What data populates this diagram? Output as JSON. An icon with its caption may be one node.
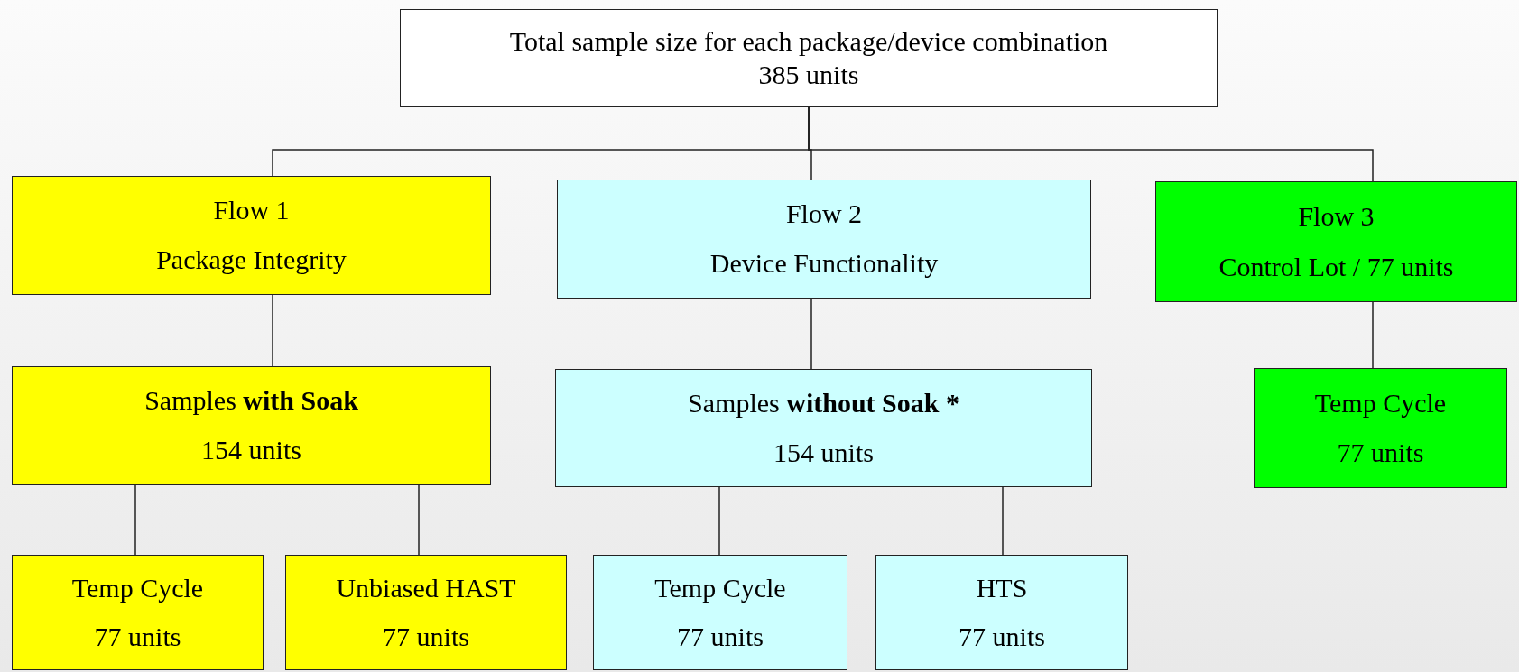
{
  "diagram": {
    "nodes": [
      {
        "text": [
          "Total sample size for each package/device combination",
          "385 units"
        ]
      },
      {
        "text": [
          "Flow 1",
          "Package Integrity"
        ]
      },
      {
        "text": [
          "Flow 2",
          "Device Functionality"
        ]
      },
      {
        "text": [
          "Flow 3",
          "Control Lot / 77 units"
        ]
      },
      {
        "text": [
          "Samples **with Soak**",
          "154 units"
        ]
      },
      {
        "text": [
          "Samples **without Soak ***",
          "154 units"
        ]
      },
      {
        "text": [
          "Temp Cycle",
          "77 units"
        ]
      },
      {
        "text": [
          "Temp Cycle",
          "77 units"
        ]
      },
      {
        "text": [
          "Unbiased HAST",
          "77 units"
        ]
      },
      {
        "text": [
          "Temp Cycle",
          "77 units"
        ]
      },
      {
        "text": [
          "HTS",
          "77 units"
        ]
      }
    ],
    "edges": [
      {
        "from": 0,
        "to": 1,
        "arrow": "none"
      },
      {
        "from": 0,
        "to": 2,
        "arrow": "none"
      },
      {
        "from": 0,
        "to": 3,
        "arrow": "none"
      },
      {
        "from": 1,
        "to": 4,
        "arrow": "none"
      },
      {
        "from": 2,
        "to": 5,
        "arrow": "none"
      },
      {
        "from": 3,
        "to": 6,
        "arrow": "none"
      },
      {
        "from": 4,
        "to": 7,
        "arrow": "none"
      },
      {
        "from": 4,
        "to": 8,
        "arrow": "none"
      },
      {
        "from": 5,
        "to": 9,
        "arrow": "none"
      },
      {
        "from": 5,
        "to": 10,
        "arrow": "none"
      }
    ]
  }
}
